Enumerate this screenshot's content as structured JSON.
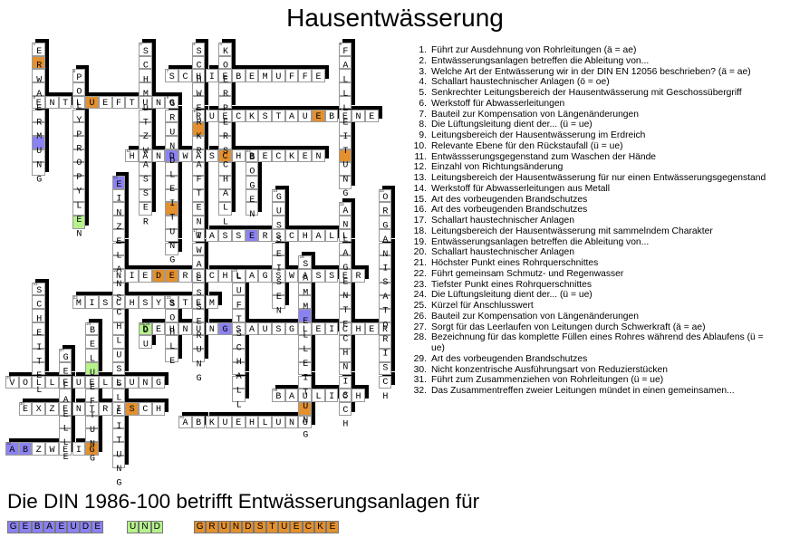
{
  "title": "Hausentwässerung",
  "colors": {
    "purple": "#8b82f2",
    "green": "#b6f28c",
    "orange": "#e3902f"
  },
  "crossword": {
    "words": [
      {
        "num": "1",
        "answer": "ERWAERMUNG",
        "marks": {
          "1": "orange",
          "7": "purple"
        }
      },
      {
        "num": "2",
        "answer": "SCHMUTZWASSER",
        "marks": {}
      },
      {
        "num": "3",
        "answer": "SCHWERKRAFTENTWAESSERUNG",
        "marks": {
          "6": "orange"
        }
      },
      {
        "num": "4",
        "answer": "KOERPERSCHALL",
        "marks": {
          "8": "orange"
        }
      },
      {
        "num": "5",
        "answer": "FALLLEITUNG",
        "marks": {
          "8": "orange"
        }
      },
      {
        "num": "6",
        "answer": "POLYPROPYLEN",
        "marks": {
          "11": "green"
        }
      },
      {
        "num": "7",
        "answer": "SCHIEBEMUFFE",
        "marks": {}
      },
      {
        "num": "8",
        "answer": "ENTLUEFTUNG",
        "marks": {
          "4": "orange"
        }
      },
      {
        "num": "9",
        "answer": "GRUNDLEITUNG",
        "marks": {
          "4": "purple",
          "8": "orange"
        }
      },
      {
        "num": "10",
        "answer": "RUECKSTAUEBENE",
        "marks": {
          "9": "orange"
        }
      },
      {
        "num": "11",
        "answer": "HANDWASCHBECKEN",
        "marks": {}
      },
      {
        "num": "12",
        "answer": "BOGEN",
        "marks": {}
      },
      {
        "num": "13",
        "answer": "EINZELANSCHLUSSLEITUNG",
        "marks": {
          "0": "purple"
        }
      },
      {
        "num": "14",
        "answer": "GUSSEISEN",
        "marks": {}
      },
      {
        "num": "15",
        "answer": "ORGANISATORISCH",
        "marks": {}
      },
      {
        "num": "16",
        "answer": "ANLAGENTECHNISCH",
        "marks": {}
      },
      {
        "num": "17",
        "answer": "WASSERSCHALL",
        "marks": {
          "4": "purple"
        }
      },
      {
        "num": "18",
        "answer": "SAMMELLEITUNG",
        "marks": {
          "4": "purple",
          "11": "orange"
        }
      },
      {
        "num": "19",
        "answer": "NIEDERSCHLAGSWASSER",
        "marks": {
          "3": "orange",
          "4": "orange"
        }
      },
      {
        "num": "20",
        "answer": "LUFTSCHALL",
        "marks": {}
      },
      {
        "num": "21",
        "answer": "SCHEITEL",
        "marks": {}
      },
      {
        "num": "22",
        "answer": "MISCHSYSTEM",
        "marks": {}
      },
      {
        "num": "23",
        "answer": "SOHLE",
        "marks": {}
      },
      {
        "num": "24",
        "answer": "BELUEFTUNG",
        "marks": {
          "3": "green",
          "9": "orange"
        }
      },
      {
        "num": "25/26",
        "answer": "DU",
        "marks": {
          "0": "green"
        }
      },
      {
        "num": "26",
        "answer": "DEHNUNGSAUSGLEICHER",
        "marks": {
          "6": "purple"
        }
      },
      {
        "num": "27",
        "answer": "GEFAELLE",
        "marks": {}
      },
      {
        "num": "28",
        "answer": "VOLLFUELLUNG",
        "marks": {}
      },
      {
        "num": "29",
        "answer": "BAULICH",
        "marks": {}
      },
      {
        "num": "30",
        "answer": "EXZENTRISCH",
        "marks": {
          "8": "orange"
        }
      },
      {
        "num": "31",
        "answer": "ABKUEHLUNG",
        "marks": {}
      },
      {
        "num": "32",
        "answer": "ABZWEIG",
        "marks": {
          "0": "purple",
          "1": "purple"
        }
      }
    ]
  },
  "clues": [
    {
      "n": "1.",
      "t": "Führt zur Ausdehnung von Rohrleitungen (ä = ae)"
    },
    {
      "n": "2.",
      "t": "Entwässerungsanlagen betreffen die Ableitung von..."
    },
    {
      "n": "3.",
      "t": "Welche Art der Entwässerung wir in der DIN EN 12056 beschrieben?  (ä = ae)"
    },
    {
      "n": "4.",
      "t": "Schallart haustechnischer Anlagen (ö = oe)"
    },
    {
      "n": "5.",
      "t": "Senkrechter Leitungsbereich der Hausentwässerung mit Geschossübergriff"
    },
    {
      "n": "6.",
      "t": "Werkstoff für Abwasserleitungen"
    },
    {
      "n": "7.",
      "t": "Bauteil zur Kompensation von Längenänderungen"
    },
    {
      "n": "8.",
      "t": "Die Lüftungsleitung dient der... (ü = ue)"
    },
    {
      "n": "9.",
      "t": "Leitungsbereich der Hausentwässerung im Erdreich"
    },
    {
      "n": "10.",
      "t": "Relevante Ebene für den Rückstaufall (ü = ue)"
    },
    {
      "n": "11.",
      "t": "Entwässserungsgegenstand zum Waschen der Hände"
    },
    {
      "n": "12.",
      "t": "Einzahl von Richtungsänderung"
    },
    {
      "n": "13.",
      "t": "Leitungsbereich der Hausentwässerung für nur einen Entwässerungsgegenstand"
    },
    {
      "n": "14.",
      "t": "Werkstoff für Abwasserleitungen aus Metall"
    },
    {
      "n": "15.",
      "t": "Art des vorbeugenden Brandschutzes"
    },
    {
      "n": "16.",
      "t": "Art des vorbeugenden Brandschutzes"
    },
    {
      "n": "17.",
      "t": "Schallart haustechnischer Anlagen"
    },
    {
      "n": "18.",
      "t": "Leitungsbereich der Hausentwässerung mit sammelndem Charakter"
    },
    {
      "n": "19.",
      "t": "Entwässerungsanlagen betreffen die Ableitung von..."
    },
    {
      "n": "20.",
      "t": "Schallart haustechnischer Anlagen"
    },
    {
      "n": "21.",
      "t": "Höchster Punkt eines Rohrquerschnittes"
    },
    {
      "n": "22.",
      "t": "Führt gemeinsam Schmutz- und Regenwasser"
    },
    {
      "n": "23.",
      "t": "Tiefster Punkt eines Rohrquerschnittes"
    },
    {
      "n": "24.",
      "t": "Die Lüftungsleitung dient der... (ü = ue)"
    },
    {
      "n": "25.",
      "t": "Kürzel für Anschlusswert"
    },
    {
      "n": "26.",
      "t": "Bauteil zur Kompensation von Längenänderungen"
    },
    {
      "n": "27.",
      "t": "Sorgt für das Leerlaufen von Leitungen durch Schwerkraft (ä = ae)"
    },
    {
      "n": "28.",
      "t": "Bezeichnung für das komplette Füllen eines Rohres während des Ablaufens (ü = ue)"
    },
    {
      "n": "29.",
      "t": "Art des vorbeugenden Brandschutzes"
    },
    {
      "n": "30.",
      "t": "Nicht konzentrische Ausführungsart von Reduzierstücken"
    },
    {
      "n": "31.",
      "t": "Führt zum Zusammenziehen von Rohrleitungen (ü = ue)"
    },
    {
      "n": "32.",
      "t": "Das Zusammentreffen zweier Leitungen mündet in einen gemeinsamen..."
    }
  ],
  "solution": {
    "sentence": "Die DIN 1986-100 betrifft Entwässerungsanlagen für",
    "words": [
      {
        "text": "GEBAEUDE",
        "color": "purple"
      },
      {
        "text": "UND",
        "color": "green"
      },
      {
        "text": "GRUNDSTUECKE",
        "color": "orange"
      }
    ]
  }
}
